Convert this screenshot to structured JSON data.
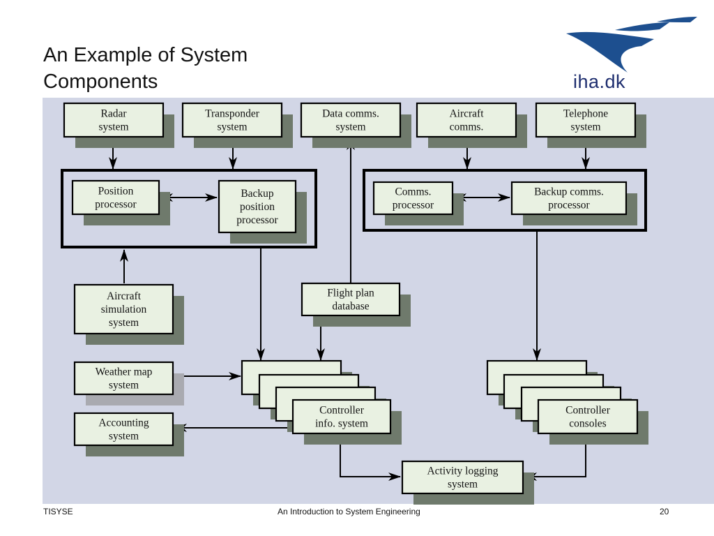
{
  "slide": {
    "title_line1": "An Example of System",
    "title_line2": "Components",
    "logo_text": "iha.dk",
    "colors": {
      "panel": "#d2d6e6",
      "box_fill": "#e9f1e2",
      "shadow": "#6f7a6c",
      "logo_blue": "#1d4f8f"
    }
  },
  "diagram": {
    "nodes": {
      "radar": [
        "Radar",
        "system"
      ],
      "transponder": [
        "Transponder",
        "system"
      ],
      "data_comms": [
        "Data comms.",
        "system"
      ],
      "aircraft_comms": [
        "Aircraft",
        "comms."
      ],
      "telephone": [
        "Telephone",
        "system"
      ],
      "position_processor": [
        "Position",
        "processor"
      ],
      "backup_position": [
        "Backup",
        "position",
        "processor"
      ],
      "comms_processor": [
        "Comms.",
        "processor"
      ],
      "backup_comms": [
        "Backup comms.",
        "processor"
      ],
      "aircraft_simulation": [
        "Aircraft",
        "simulation",
        "system"
      ],
      "flight_plan": [
        "Flight plan",
        "database"
      ],
      "weather_map": [
        "Weather map",
        "system"
      ],
      "accounting": [
        "Accounting",
        "system"
      ],
      "controller_info": [
        "Controller",
        "info. system"
      ],
      "controller_consoles": [
        "Controller",
        "consoles"
      ],
      "activity_logging": [
        "Activity logging",
        "system"
      ]
    }
  },
  "footer": {
    "left": "TISYSE",
    "center": "An Introduction to System Engineering",
    "page": "20"
  }
}
